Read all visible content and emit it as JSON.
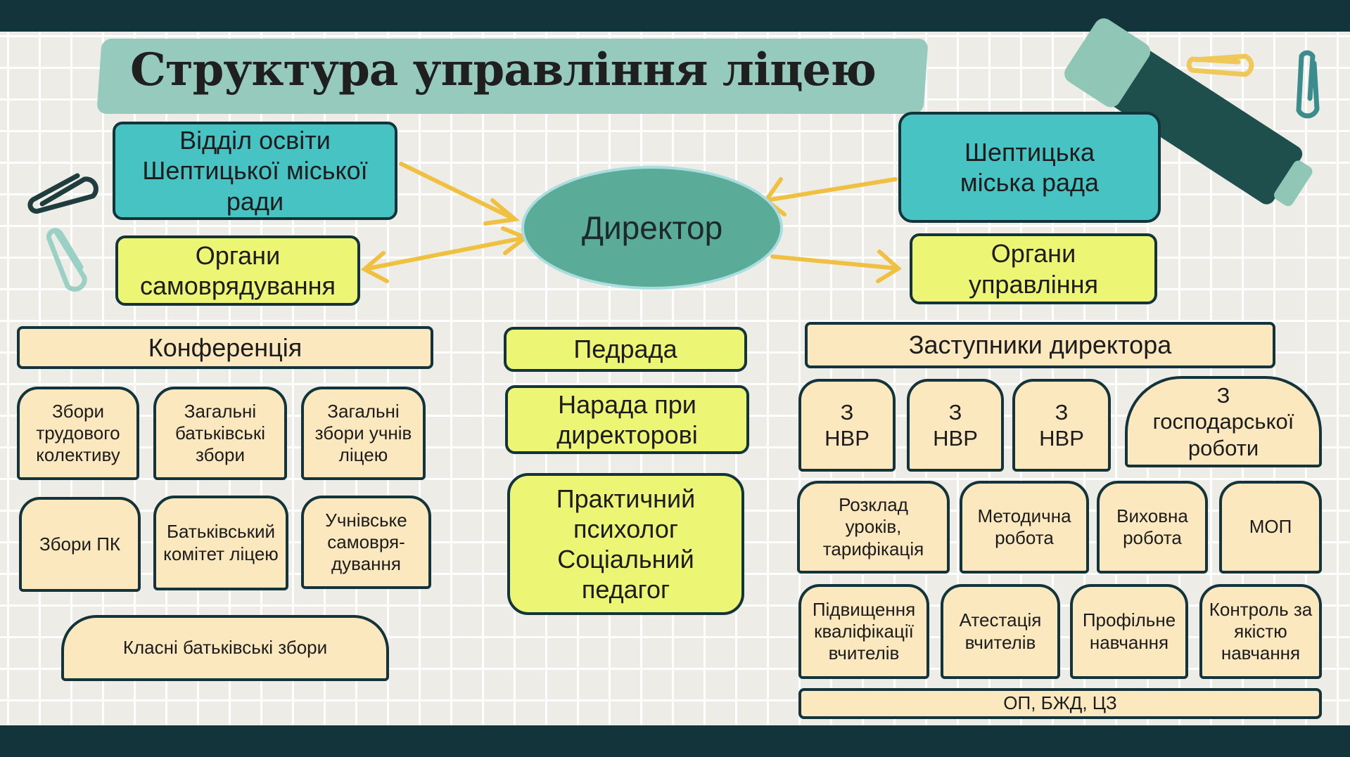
{
  "title": "Структура управління ліцею",
  "top": {
    "education_dept": "Відділ освіти\nШептицької міської\nради",
    "self_government": "Органи\nсамоврядування",
    "director": "Директор",
    "city_council": "Шептицька\nміська рада",
    "management_bodies": "Органи\nуправління"
  },
  "left": {
    "header": "Конференція",
    "items": [
      "Збори\nтрудового\nколективу",
      "Загальні\nбатьківські\nзбори",
      "Загальні\nзбори учнів\nліцею",
      "Збори ПК",
      "Батьківський\nкомітет ліцею",
      "Учнівське\nсамовря-\nдування"
    ],
    "class_meetings": "Класні батьківські збори"
  },
  "center": {
    "council": "Педрада",
    "meeting": "Нарада при\nдиректорові",
    "staff": "Практичний\nпсихолог\nСоціальний\nпедагог"
  },
  "right": {
    "header": "Заступники директора",
    "deputies": [
      "З\nНВР",
      "З\nНВР",
      "З\nНВР",
      "З\nгосподарської\nроботи"
    ],
    "row2": [
      "Розклад\nуроків,\nтарифікація",
      "Методична\nробота",
      "Виховна\nробота",
      "МОП"
    ],
    "row3": [
      "Підвищення\nкваліфікації\nвчителів",
      "Атестація\nвчителів",
      "Профільне\nнавчання",
      "Контроль за\nякістю\nнавчання"
    ],
    "footer": "ОП, БЖД, ЦЗ"
  },
  "colors": {
    "arrow": "#f0c040",
    "teal": "#48c3c4",
    "yellow": "#ecf574",
    "cream": "#fbe8bf",
    "dark": "#12343a"
  }
}
